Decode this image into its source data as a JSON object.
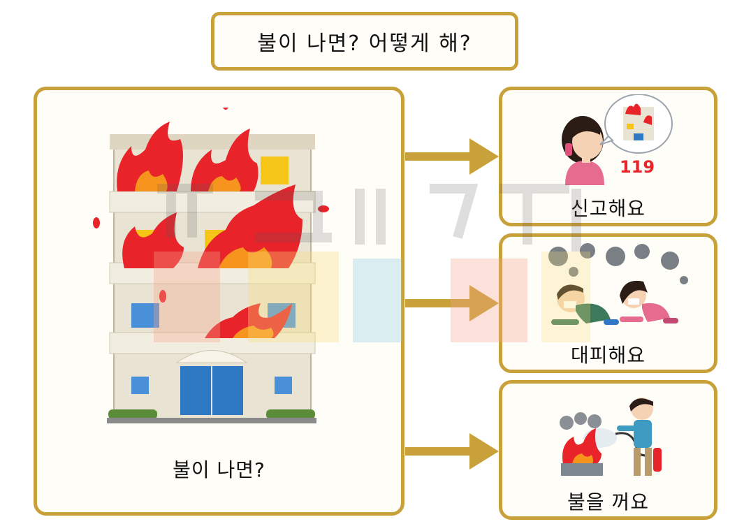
{
  "title": "불이 나면? 어떻게 해?",
  "main": {
    "caption": "불이 나면?"
  },
  "steps": [
    {
      "caption": "신고해요",
      "phone_number": "119"
    },
    {
      "caption": "대피해요"
    },
    {
      "caption": "불을 꺼요"
    }
  ],
  "colors": {
    "border": "#c9a13a",
    "arrow": "#c9a13a",
    "fire_red": "#e8242a",
    "fire_orange": "#f7941d"
  }
}
